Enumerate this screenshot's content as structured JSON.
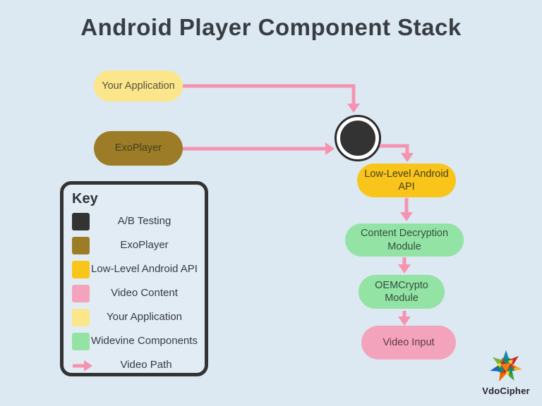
{
  "title": "Android Player Component Stack",
  "nodes": {
    "your_application": {
      "label": "Your Application",
      "color": "#fbe68c"
    },
    "exoplayer": {
      "label": "ExoPlayer",
      "color": "#9c7c26"
    },
    "ab_testing_node": {
      "description": "A/B Testing",
      "fill": "#333333"
    },
    "low_level_api": {
      "label": "Low-Level Android API",
      "color": "#f9c51b"
    },
    "content_decryption": {
      "label": "Content Decryption Module",
      "color": "#93e3a5"
    },
    "oemcrypto": {
      "label": "OEMCrypto Module",
      "color": "#93e3a5"
    },
    "video_input": {
      "label": "Video Input",
      "color": "#f4a3bd"
    }
  },
  "legend": {
    "title": "Key",
    "items": [
      {
        "label": "A/B Testing",
        "color": "#333333"
      },
      {
        "label": "ExoPlayer",
        "color": "#9c7c26"
      },
      {
        "label": "Low-Level Android API",
        "color": "#f9c51b"
      },
      {
        "label": "Video Content",
        "color": "#f4a3bd"
      },
      {
        "label": "Your Application",
        "color": "#fbe68c"
      },
      {
        "label": "Widevine Components",
        "color": "#93e3a5"
      },
      {
        "label": "Video Path",
        "color": "#f693b1"
      }
    ]
  },
  "logo": {
    "text": "VdoCipher"
  },
  "colors": {
    "background": "#dce9f2",
    "arrow": "#f693b1",
    "title_text": "#383d44"
  }
}
